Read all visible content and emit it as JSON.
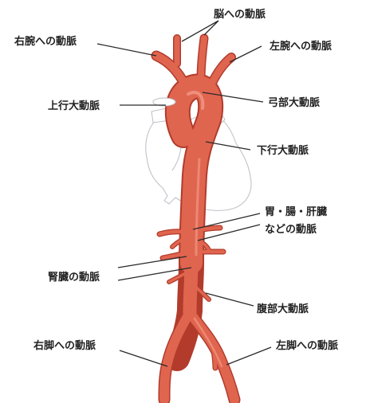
{
  "labels": {
    "brain": "脳への動脈",
    "right_arm": "右腕への動脈",
    "left_arm": "左腕への動脈",
    "ascending": "上行大動脈",
    "arch": "弓部大動脈",
    "descending": "下行大動脈",
    "gi_line1": "胃・腸・肝臓",
    "gi_line2": "などの動脈",
    "kidney": "腎臓の動脈",
    "abdominal": "腹部大動脈",
    "right_leg": "右脚への動脈",
    "left_leg": "左脚への動脈"
  },
  "colors": {
    "artery": "#e0654f",
    "artery_edge": "#b23b2c",
    "artery_highlight": "#f3a08e",
    "heart_outline": "#b9bdc4",
    "text": "#222222"
  }
}
